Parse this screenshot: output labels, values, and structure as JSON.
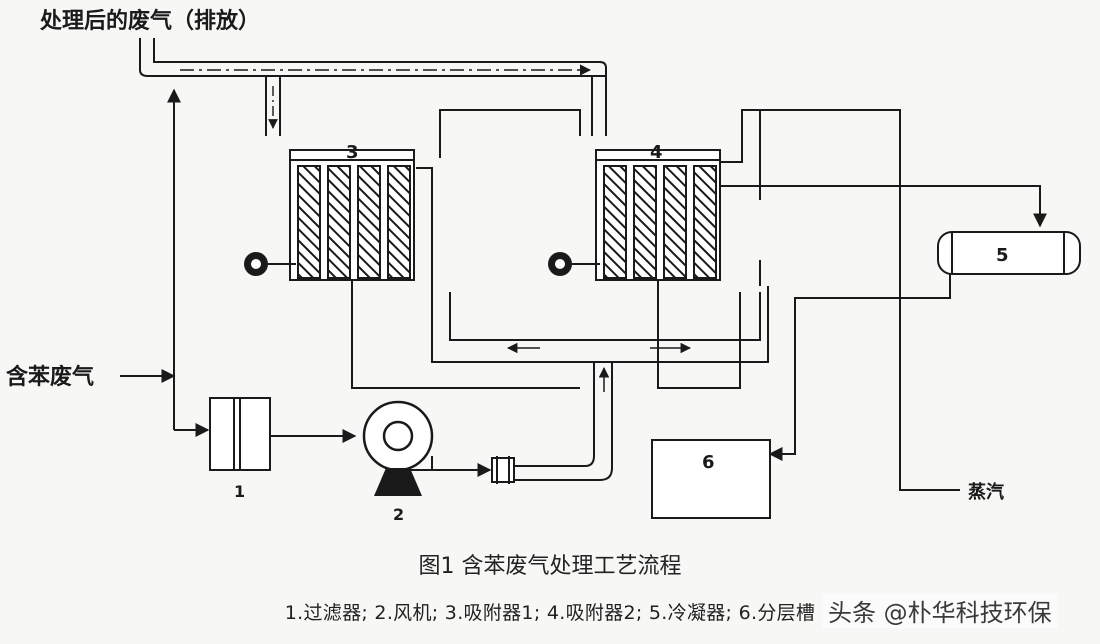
{
  "diagram": {
    "labels": {
      "outlet": "处理后的废气（排放）",
      "inlet": "含苯废气",
      "steam": "蒸汽"
    },
    "units": [
      {
        "id": "1",
        "name": "过滤器"
      },
      {
        "id": "2",
        "name": "风机"
      },
      {
        "id": "3",
        "name": "吸附器1"
      },
      {
        "id": "4",
        "name": "吸附器2"
      },
      {
        "id": "5",
        "name": "冷凝器"
      },
      {
        "id": "6",
        "name": "分层槽"
      }
    ],
    "caption": "图1 含苯废气处理工艺流程",
    "legend": "1.过滤器; 2.风机; 3.吸附器1; 4.吸附器2; 5.冷凝器; 6.分层槽"
  },
  "watermark": "头条 @朴华科技环保",
  "colors": {
    "line": "#1a1a1a",
    "background": "#f7f7f5"
  }
}
